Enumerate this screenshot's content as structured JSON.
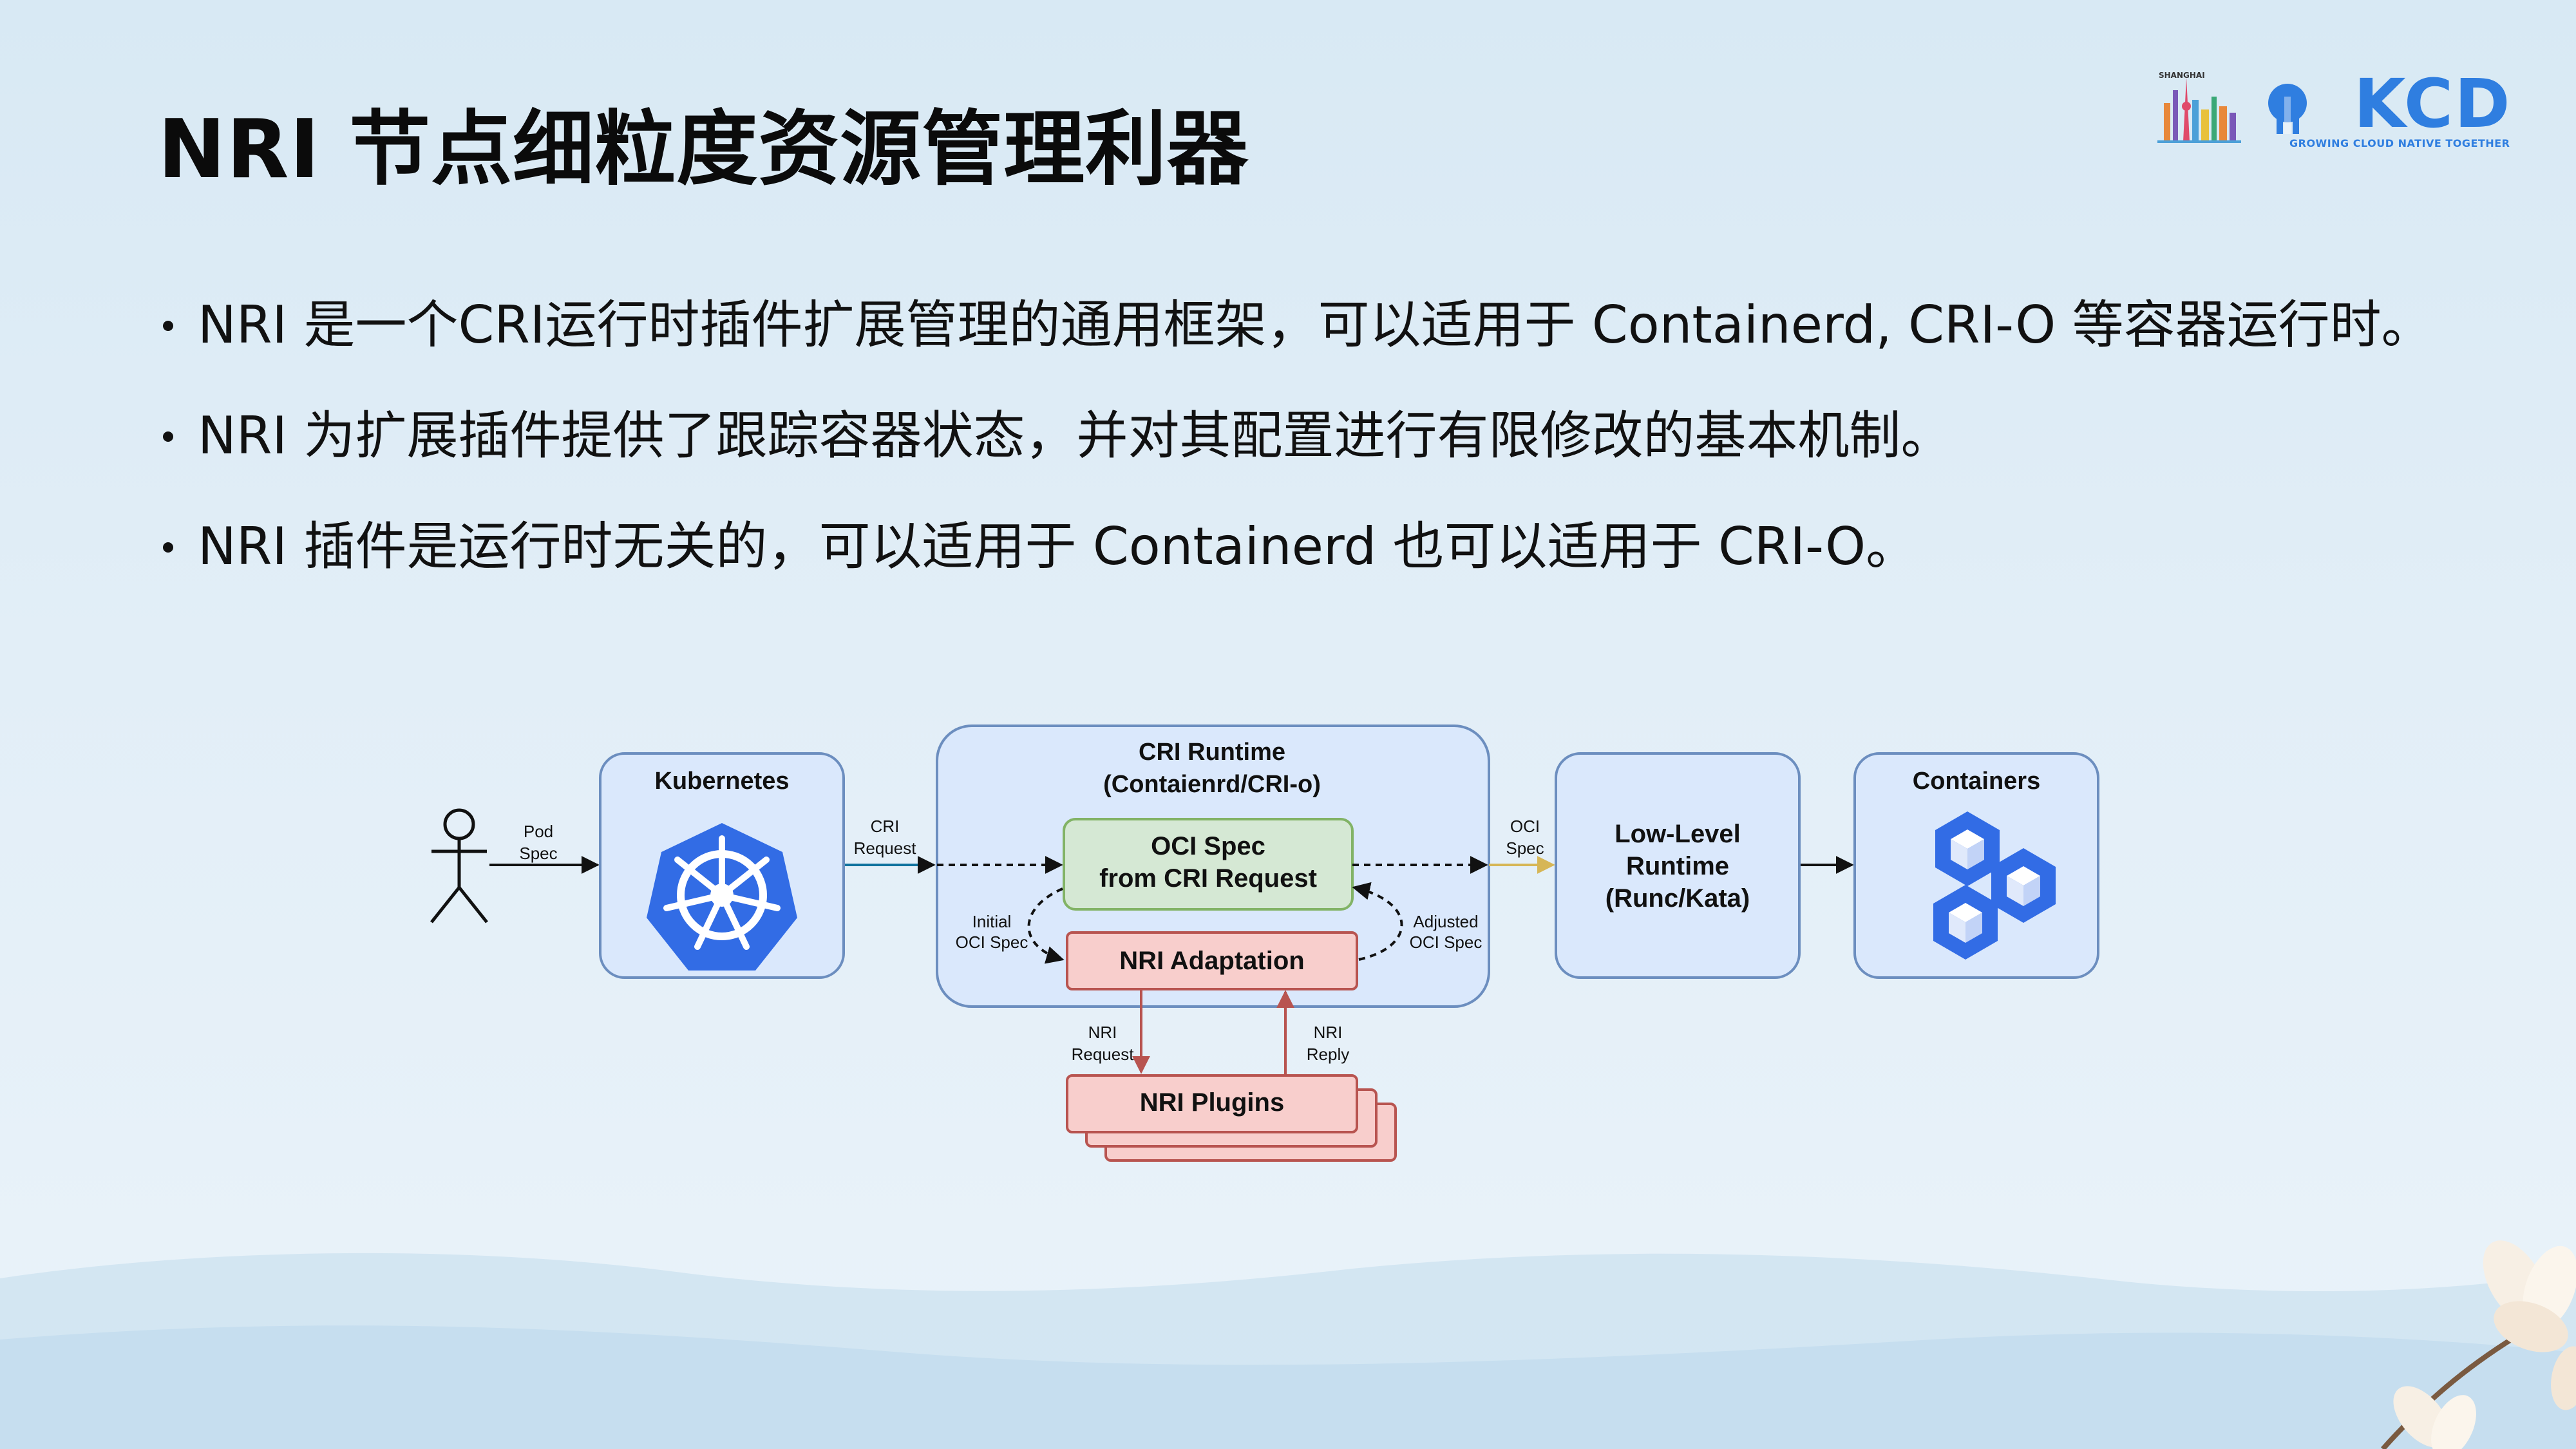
{
  "slide": {
    "title": "NRI 节点细粒度资源管理利器",
    "bullets": [
      "NRI 是一个CRI运行时插件扩展管理的通用框架，可以适用于 Containerd, CRI-O 等容器运行时。",
      "NRI 为扩展插件提供了跟踪容器状态，并对其配置进行有限修改的基本机制。",
      "NRI 插件是运行时无关的，可以适用于 Containerd 也可以适用于 CRI-O。"
    ]
  },
  "logo": {
    "city": "SHANGHAI",
    "name": "KCD",
    "tagline": "GROWING CLOUD NATIVE TOGETHER"
  },
  "diagram": {
    "pod_spec_label_1": "Pod",
    "pod_spec_label_2": "Spec",
    "kubernetes_title": "Kubernetes",
    "cri_request_1": "CRI",
    "cri_request_2": "Request",
    "cri_runtime_title_1": "CRI Runtime",
    "cri_runtime_title_2": "(Contaienrd/CRI-o)",
    "oci_spec_box_1": "OCI Spec",
    "oci_spec_box_2": "from CRI Request",
    "initial_oci_1": "Initial",
    "initial_oci_2": "OCI Spec",
    "adjusted_oci_1": "Adjusted",
    "adjusted_oci_2": "OCI Spec",
    "nri_adaptation": "NRI Adaptation",
    "nri_request_1": "NRI",
    "nri_request_2": "Request",
    "nri_reply_1": "NRI",
    "nri_reply_2": "Reply",
    "nri_plugins": "NRI Plugins",
    "oci_spec_out_1": "OCI",
    "oci_spec_out_2": "Spec",
    "low_level_1": "Low-Level",
    "low_level_2": "Runtime",
    "low_level_3": "(Runc/Kata)",
    "containers_title": "Containers",
    "colors": {
      "box_fill": "#dae8fc",
      "box_stroke": "#6c8ebf",
      "green_fill": "#d5e8d4",
      "green_stroke": "#82b366",
      "red_fill": "#f8cecc",
      "red_stroke": "#b85450",
      "k8s_blue": "#326ce5",
      "oci_arrow": "#d6b656"
    }
  }
}
